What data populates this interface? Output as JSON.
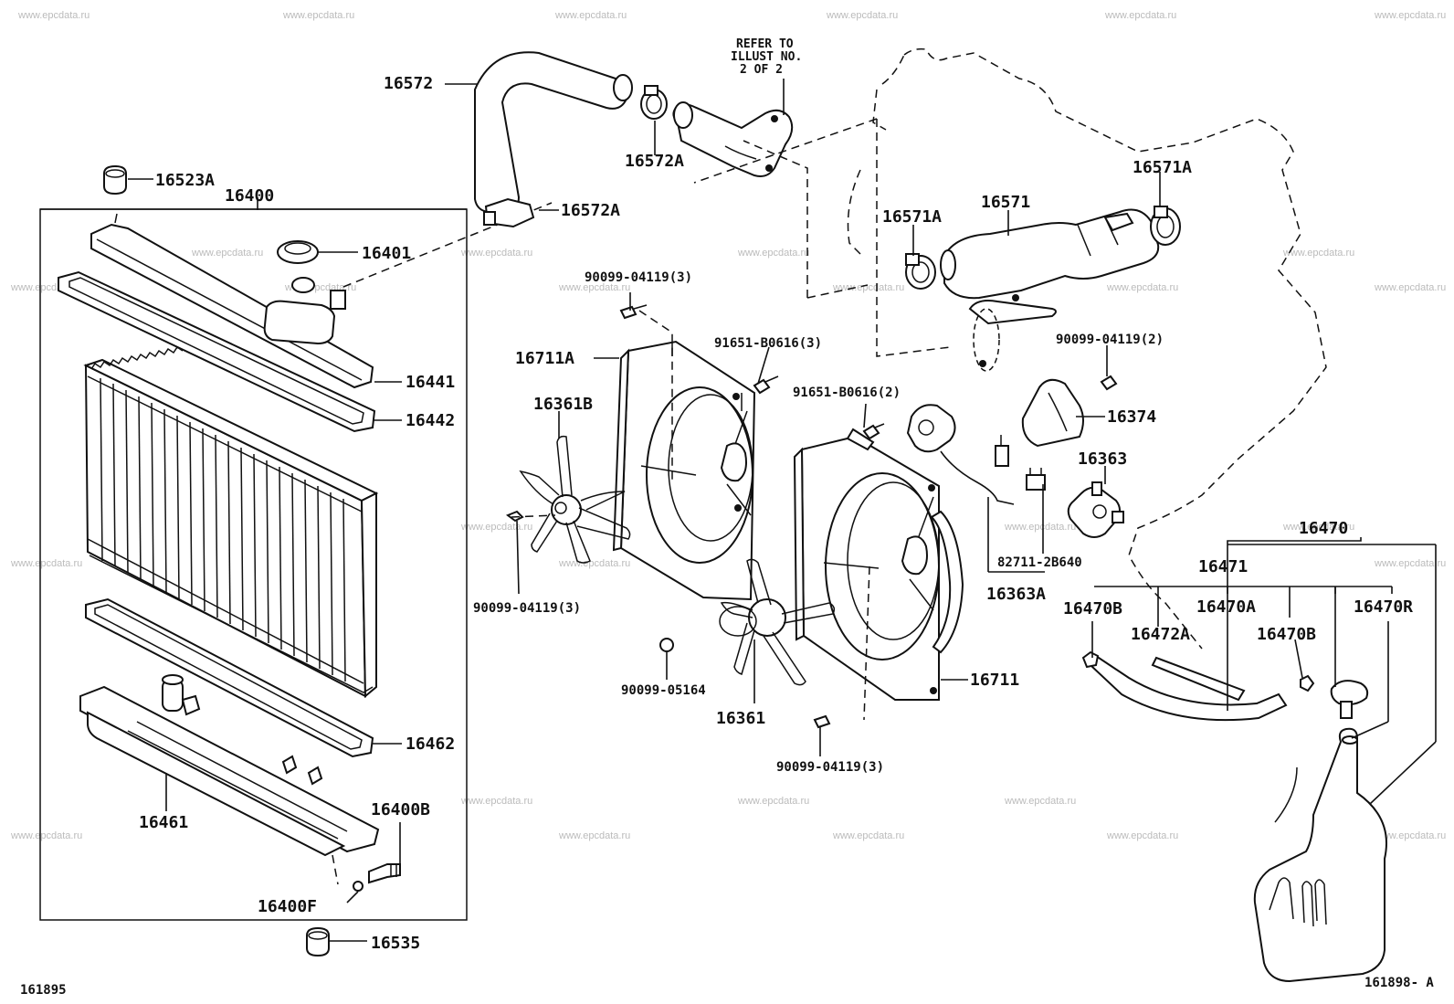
{
  "watermark": "www.epcdata.ru",
  "note": {
    "line1": "REFER TO",
    "line2": "ILLUST NO.",
    "line3": "2 OF 2"
  },
  "labels": {
    "p16572": "16572",
    "p16572A_top": "16572A",
    "p16572A_low": "16572A",
    "p16523A": "16523A",
    "p16400": "16400",
    "p16401": "16401",
    "p16441": "16441",
    "p16442": "16442",
    "p16462": "16462",
    "p16461": "16461",
    "p16400B": "16400B",
    "p16400F": "16400F",
    "p16535": "16535",
    "p16571": "16571",
    "p16571A_left": "16571A",
    "p16571A_right": "16571A",
    "p90099_04119_3_top": "90099-04119(3)",
    "p16711A": "16711A",
    "p16361B": "16361B",
    "p91651_B0616_3": "91651-B0616(3)",
    "p91651_B0616_2": "91651-B0616(2)",
    "p90099_04119_2": "90099-04119(2)",
    "p16374": "16374",
    "p16363": "16363",
    "p82711_2B640": "82711-2B640",
    "p16363A": "16363A",
    "p90099_04119_3_left": "90099-04119(3)",
    "p90099_05164": "90099-05164",
    "p16361": "16361",
    "p16711": "16711",
    "p90099_04119_3_bottom": "90099-04119(3)",
    "p16470": "16470",
    "p16471": "16471",
    "p16470B_left": "16470B",
    "p16470A": "16470A",
    "p16470R": "16470R",
    "p16472A": "16472A",
    "p16470B_right": "16470B"
  },
  "footer": {
    "left_code": "161895",
    "right_code": "161898- A"
  }
}
